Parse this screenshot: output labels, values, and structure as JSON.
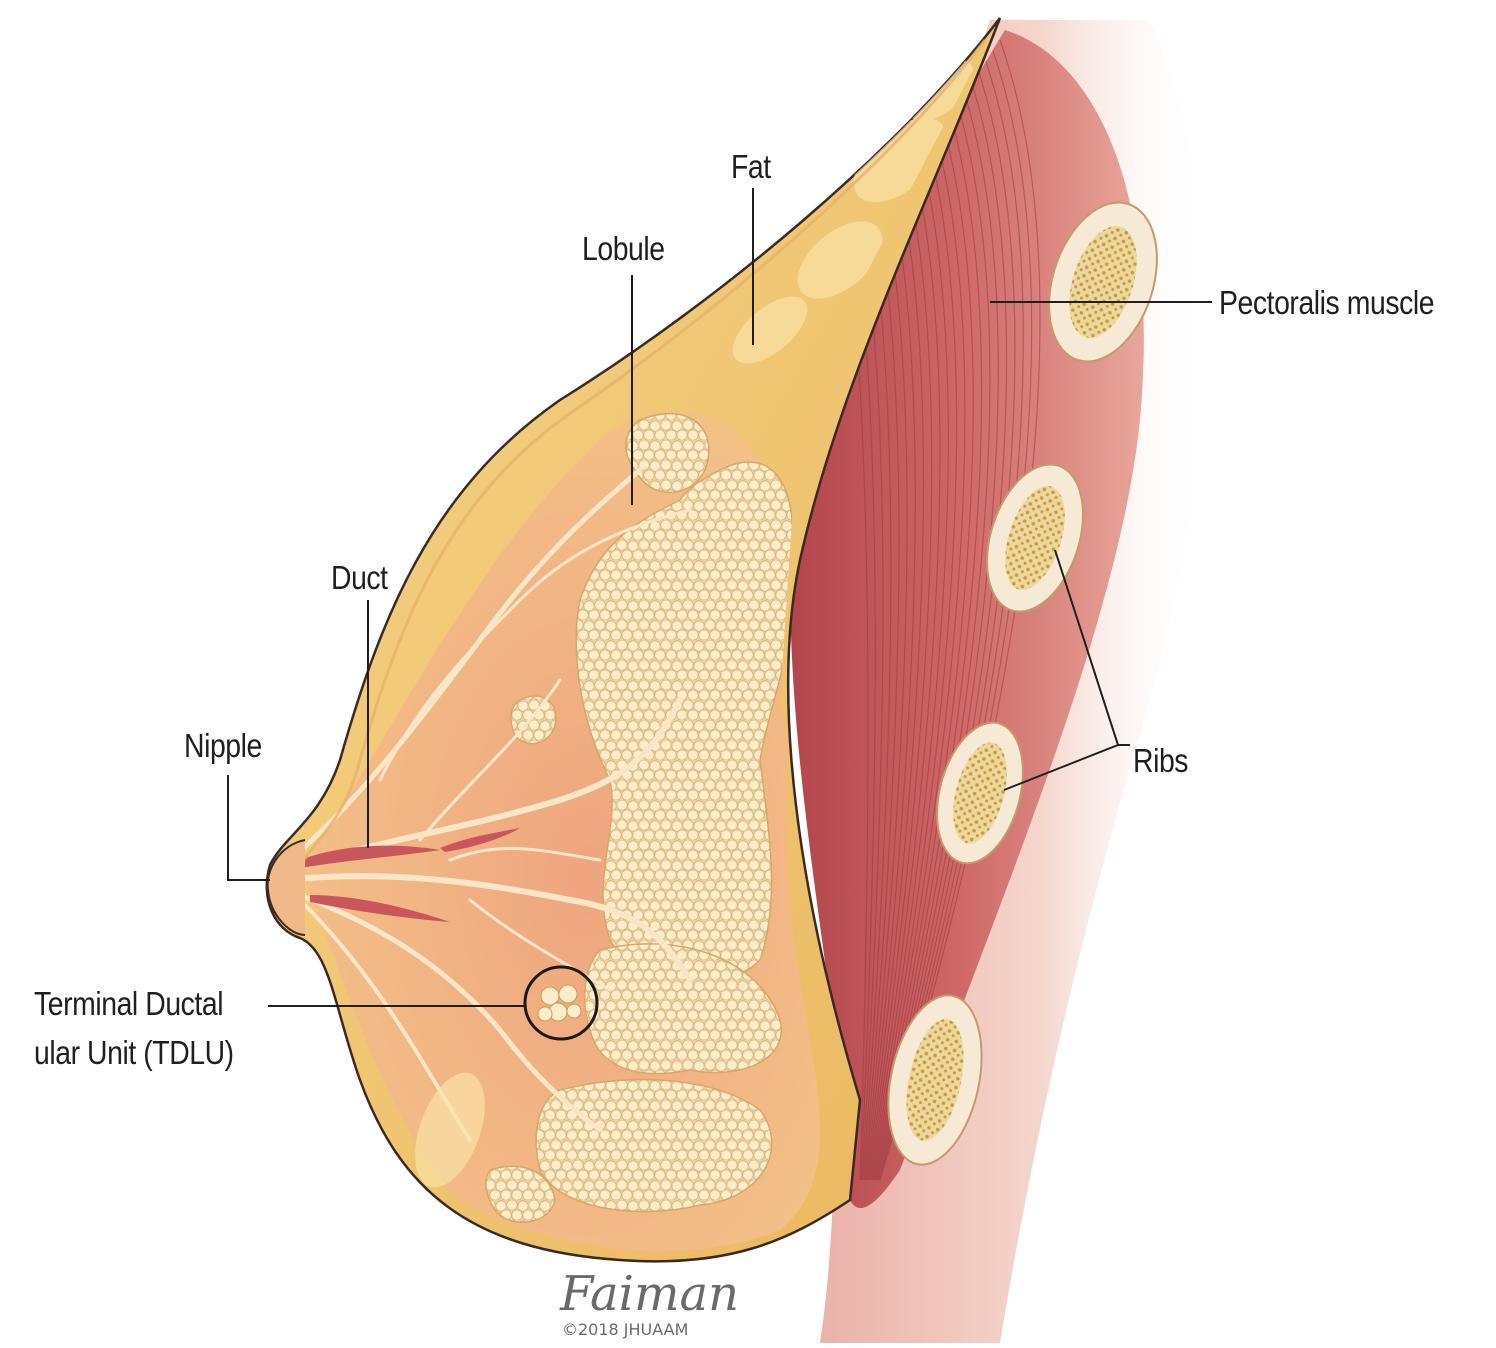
{
  "labels": {
    "fat": "Fat",
    "lobule": "Lobule",
    "pectoralis": "Pectoralis muscle",
    "duct": "Duct",
    "nipple": "Nipple",
    "ribs": "Ribs",
    "tdlu_line1": "Terminal Ductal",
    "tdlu_line2": "ular Unit (TDLU)"
  },
  "signature": {
    "name": "Faiman",
    "copyright": "©2018 JHUAAM"
  },
  "colors": {
    "muscle": "#c8585c",
    "muscle_light": "#e79a92",
    "fat": "#f2c774",
    "fat_light": "#f8e2a6",
    "lobule": "#f6dfae",
    "rib_bone": "#f7ead8",
    "rib_marrow": "#d4a84a",
    "outline": "#3a2a22",
    "leader": "#1f1f1f"
  }
}
